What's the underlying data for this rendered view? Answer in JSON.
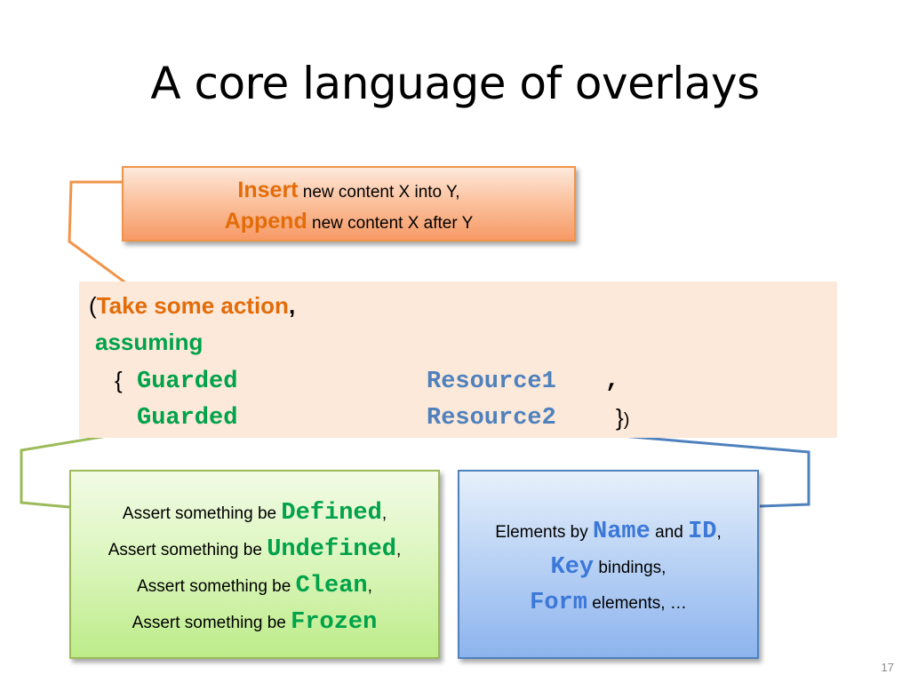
{
  "slide": {
    "title": "A core language of overlays",
    "number": "17"
  },
  "colors": {
    "orange_accent": "#e36c09",
    "green_accent": "#00a24a",
    "blue_accent": "#4f81bd",
    "code_background": "#fce9da"
  },
  "orange_box": {
    "line1_keyword": "Insert",
    "line1_text": " new content X into Y,",
    "line2_keyword": "Append",
    "line2_text": " new content X after Y"
  },
  "code": {
    "open_paren": "(",
    "action": "Take some action",
    "comma1": ",",
    "assuming": "assuming",
    "open_brace": "{",
    "guarded1": "Guarded",
    "resource1": "Resource1",
    "comma2": ",",
    "guarded2": "Guarded",
    "resource2": "Resource2",
    "close_brace": "}",
    "close_paren": ")"
  },
  "green_box": {
    "prefix": "Assert something be ",
    "items": [
      {
        "keyword": "Defined",
        "suffix": ","
      },
      {
        "keyword": "Undefined",
        "suffix": ","
      },
      {
        "keyword": "Clean",
        "suffix": ","
      },
      {
        "keyword": "Frozen",
        "suffix": ""
      }
    ]
  },
  "blue_box": {
    "line1_pre": "Elements by ",
    "line1_kw1": "Name",
    "line1_mid": " and ",
    "line1_kw2": "ID",
    "line1_suffix": ",",
    "line2_kw": "Key",
    "line2_text": " bindings,",
    "line3_kw": "Form",
    "line3_text": " elements, …"
  }
}
